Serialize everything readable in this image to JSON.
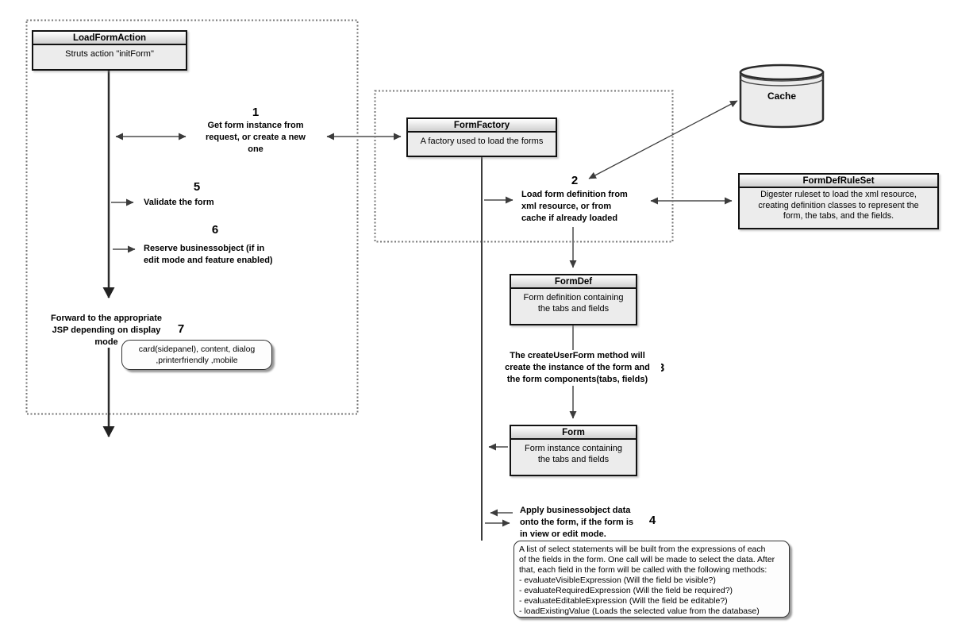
{
  "diagram": {
    "background": "#ffffff",
    "colors": {
      "box_border": "#111111",
      "box_header_top": "#ffffff",
      "box_header_bottom": "#cfcfcf",
      "box_body": "#ececec",
      "arrow_gray": "#787878",
      "line_dark": "#2b2b2b",
      "dashed_border": "#777777",
      "note_shadow": "#9a9a9a"
    },
    "boxes": {
      "load_form_action": {
        "title": "LoadFormAction",
        "body": "Struts action \"initForm\""
      },
      "form_factory": {
        "title": "FormFactory",
        "body": "A factory used to load the forms"
      },
      "form_def": {
        "title": "FormDef",
        "body_line1": "Form definition containing",
        "body_line2": "the tabs and fields"
      },
      "form": {
        "title": "Form",
        "body_line1": "Form instance containing",
        "body_line2": "the tabs and fields"
      },
      "form_def_rule_set": {
        "title": "FormDefRuleSet",
        "body_line1": "Digester ruleset to load the xml resource,",
        "body_line2": "creating definition classes to represent the",
        "body_line3": "form, the tabs, and the fields."
      },
      "cache": {
        "title": "Cache"
      }
    },
    "steps": {
      "s1": {
        "n": "1",
        "l1": "Get form instance from",
        "l2": "request, or create a new",
        "l3": "one"
      },
      "s2": {
        "n": "2",
        "l1": "Load form definition from",
        "l2": "xml resource, or from",
        "l3": "cache if already loaded"
      },
      "s3": {
        "n": "3",
        "l1": "The createUserForm method will",
        "l2": "create the instance of the form and",
        "l3": "the form components(tabs, fields)"
      },
      "s4": {
        "n": "4",
        "l1": "Apply businessobject data",
        "l2": "onto the form, if the form is",
        "l3": "in view or edit mode."
      },
      "s5": {
        "n": "5",
        "l1": "Validate the form"
      },
      "s6": {
        "n": "6",
        "l1": "Reserve businessobject (if in",
        "l2": "edit mode and feature enabled)"
      },
      "s7": {
        "n": "7",
        "l1": "Forward to the appropriate",
        "l2": "JSP depending on display",
        "l3": "mode"
      }
    },
    "callout_jsp": {
      "l1": "card(sidepanel), content, dialog",
      "l2": ",printerfriendly ,mobile"
    },
    "note": {
      "l1": "A list of select statements will be built from the expressions of each",
      "l2": "of the fields in the form. One call will be made to select the data. After",
      "l3": "that, each field in the form will be called with the following methods:",
      "l4": "- evaluateVisibleExpression (Will the field be visible?)",
      "l5": "- evaluateRequiredExpression (Will the field be required?)",
      "l6": "- evaluateEditableExpression (Will the field be editable?)",
      "l7": "- loadExistingValue (Loads the selected value from the database)"
    }
  }
}
